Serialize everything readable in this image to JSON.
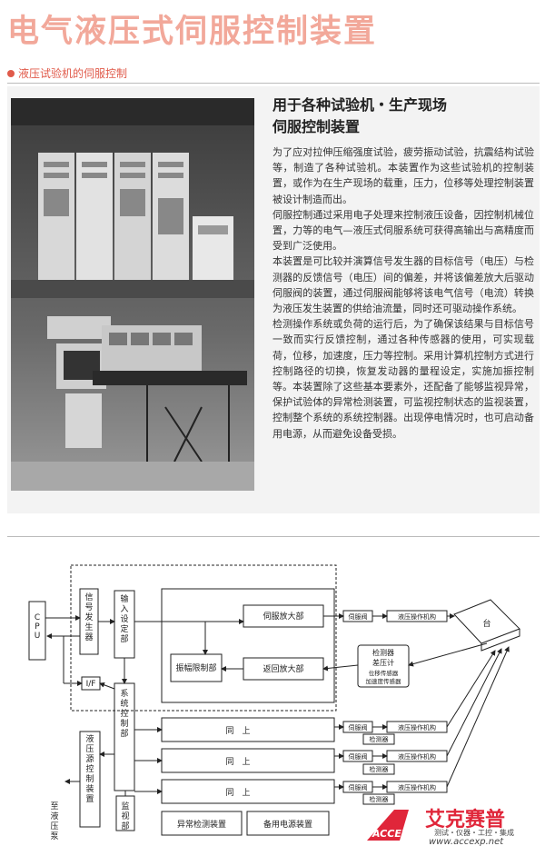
{
  "page": {
    "title": "电气液压式伺服控制装置",
    "subtitle": "液压试验机的伺服控制",
    "heading_line1": "用于各种试验机・生产现场",
    "heading_line2": "伺服控制装置",
    "paragraphs": [
      "为了应对拉伸压缩强度试验，疲劳振动试验，抗震结构试验等，制造了各种试验机。本装置作为这些试验机的控制装置，或作为在生产现场的载重，压力，位移等处理控制装置被设计制造而出。",
      "伺服控制通过采用电子处理来控制液压设备，因控制机械位置，力等的电气—液压式伺服系统可获得高输出与高精度而受到广泛使用。",
      "本装置是可比较并演算信号发生器的目标信号（电压）与检测器的反馈信号（电压）间的偏差，并将该偏差放大后驱动伺服阀的装置，通过伺服阀能够将该电气信号（电流）转换为液压发生装置的供给油流量，同时还可驱动操作系统。",
      "检测操作系统或负荷的运行后，为了确保该结果与目标信号一致而实行反馈控制，通过各种传感器的使用，可实现载荷，位移，加速度，压力等控制。采用计算机控制方式进行控制路径的切换，恢复发动器的量程设定，实施加振控制等。本装置除了这些基本要素外，还配备了能够监视异常，保护试验体的异常检测装置，可监视控制状态的监视装置，控制整个系统的系统控制器。出现停电情况时，也可启动备用电源，从而避免设备受损。"
    ]
  },
  "diagram": {
    "cpu": "CPU",
    "signal_gen": "信号发生器",
    "input_setting": "输入设定部",
    "if_unit": "I/F",
    "system_control": "系统控制部",
    "hydraulic_control": "液压源控制装置",
    "monitor": "监视部",
    "to_hydraulic": "至液压泵",
    "servo_amp": "伺服放大部",
    "amplitude_limit": "振幅限制部",
    "return_amp": "返回放大部",
    "same": "同　上",
    "servo_valve": "伺服阀",
    "actuator": "液压操作机构",
    "table": "台",
    "detector": "检测器",
    "detector_lines": [
      "检测器",
      "差压计",
      "位移传感器",
      "加速度传感器"
    ],
    "abnormal_detect": "异常检测装置",
    "backup_power": "备用电源装置"
  },
  "logo": {
    "brand_cn": "艾克赛普",
    "brand_en": "ACCEXP",
    "tagline": "测试・仪器・工控・集成",
    "url": "www.accexp.net"
  },
  "colors": {
    "title": "#f2a89a",
    "accent": "#e05a4a",
    "logo": "#e0263a"
  }
}
